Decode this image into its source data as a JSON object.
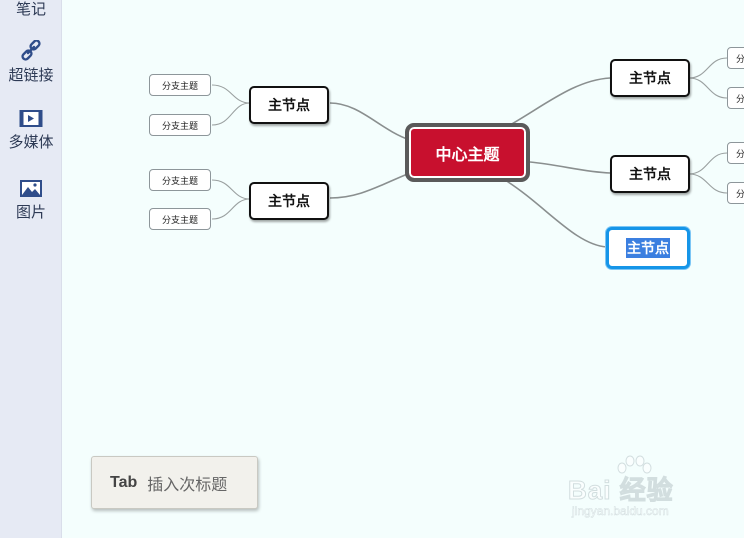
{
  "sidebar": {
    "items": [
      {
        "label": "笔记",
        "icon": "note-icon"
      },
      {
        "label": "超链接",
        "icon": "link-icon"
      },
      {
        "label": "多媒体",
        "icon": "film-icon"
      },
      {
        "label": "图片",
        "icon": "image-icon"
      }
    ]
  },
  "mindmap": {
    "center": "中心主题",
    "left_top": {
      "label": "主节点",
      "subs": [
        "分支主题",
        "分支主题"
      ]
    },
    "left_bottom": {
      "label": "主节点",
      "subs": [
        "分支主题",
        "分支主题"
      ]
    },
    "right_top": {
      "label": "主节点",
      "subs": [
        "分",
        "分"
      ]
    },
    "right_middle": {
      "label": "主节点",
      "subs": [
        "分",
        "分"
      ]
    },
    "right_bottom": {
      "label": "主节点",
      "selected": true
    }
  },
  "hint": {
    "key": "Tab",
    "text": "插入次标题"
  },
  "watermark": {
    "text": "Bai 经验",
    "url": "jingyan.baidu.com"
  },
  "colors": {
    "canvas_bg": "#f4fefd",
    "sidebar_bg": "#e6eaf4",
    "center_fill": "#c8102e",
    "selection_border": "#1595e8",
    "connector": "#8a8f8f"
  }
}
